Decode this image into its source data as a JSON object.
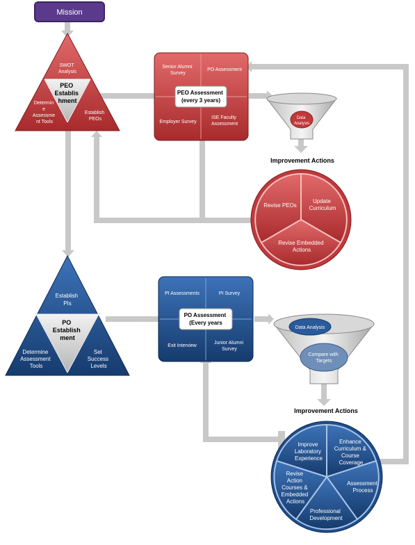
{
  "mission": "Mission",
  "peo": {
    "triangle": {
      "top": [
        "SWOT",
        "Analysis"
      ],
      "center": [
        "PEO",
        "Establis",
        "hment"
      ],
      "left": [
        "Determin",
        "e",
        "Assessme",
        "nt Tools"
      ],
      "right": [
        "Establish",
        "PEOs"
      ]
    },
    "assessment_box": {
      "top_left": [
        "Senior Alumni",
        "Survey"
      ],
      "top_right": [
        "PO Assessment"
      ],
      "bottom_left": [
        "Employer Survey"
      ],
      "bottom_right": [
        "ISE Faculty",
        "Assessment"
      ],
      "center": [
        "PEO Assessment",
        "(every 3 years)"
      ]
    },
    "funnel": {
      "label": [
        "Data",
        "Analysis"
      ]
    },
    "improvement_title": "Improvement Actions",
    "cycle": {
      "left": [
        "Revise PEOs"
      ],
      "right": [
        "Update",
        "Curriculum"
      ],
      "bottom": [
        "Revise Embedded",
        "Actions"
      ]
    }
  },
  "po": {
    "triangle": {
      "top": [
        "Establish",
        "PIs"
      ],
      "center": [
        "PO",
        "Establish",
        "ment"
      ],
      "left": [
        "Determine",
        "Assessment",
        "Tools"
      ],
      "right": [
        "Set",
        "Success",
        "Levels"
      ]
    },
    "assessment_box": {
      "top_left": [
        "PI Assessments"
      ],
      "top_right": [
        "PI Survey"
      ],
      "bottom_left": [
        "Exit Interview"
      ],
      "bottom_right": [
        "Junior Alumni",
        "Survey"
      ],
      "center": [
        "PO Assessment",
        "(Every years"
      ]
    },
    "funnel": {
      "top_label": [
        "Data Analysis"
      ],
      "bottom_label": [
        "Compare with",
        "Targets"
      ]
    },
    "improvement_title": "Improvement Actions",
    "cycle": {
      "upper_left": [
        "Improve",
        "Laboratory",
        "Experience"
      ],
      "upper_right": [
        "Enhance",
        "Curriculum &",
        "Course",
        "Coverage"
      ],
      "right": [
        "Assessment",
        "Process"
      ],
      "bottom": [
        "Professional",
        "Development"
      ],
      "left": [
        "Revise",
        "Action",
        "Courses &",
        "Embedded",
        "Actions"
      ]
    }
  },
  "colors": {
    "peo_red": "#c0393b",
    "po_blue": "#1f4e8c",
    "mission_purple": "#5b3a8c",
    "arrow_grey": "#c8c8c8"
  }
}
